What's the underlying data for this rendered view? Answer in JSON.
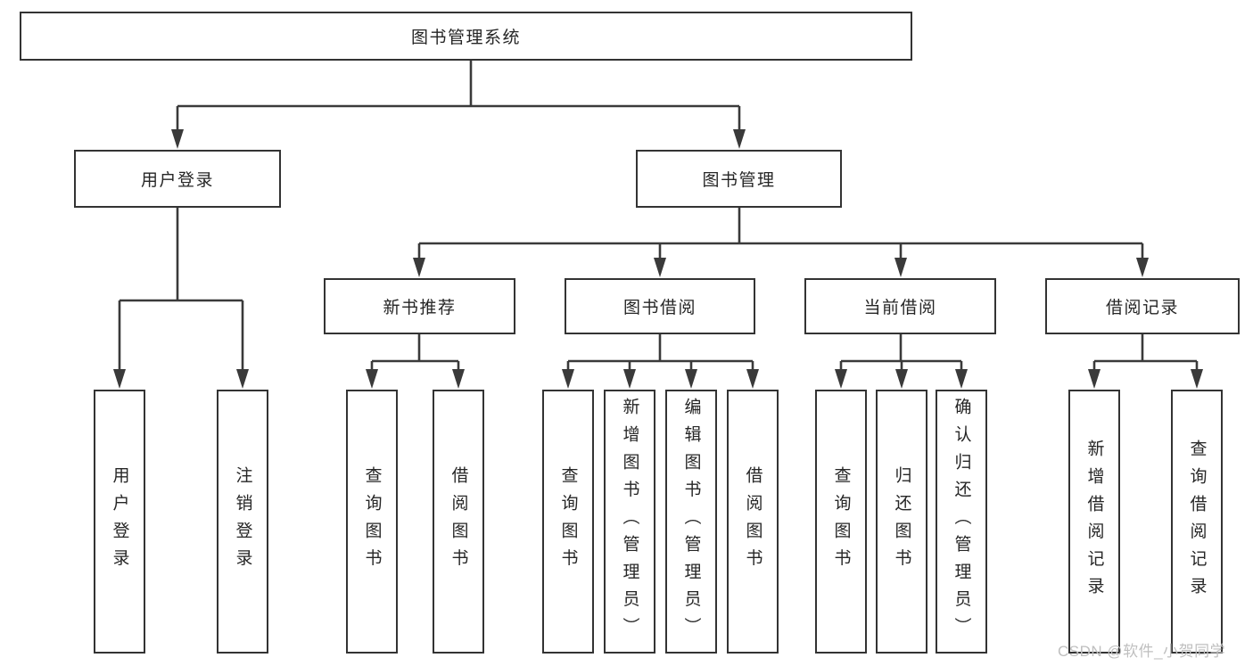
{
  "diagram": {
    "type": "hierarchy",
    "tree": {
      "label": "图书管理系统",
      "children": [
        {
          "label": "用户登录",
          "children": [
            {
              "label": "用户登录"
            },
            {
              "label": "注销登录"
            }
          ]
        },
        {
          "label": "图书管理",
          "children": [
            {
              "label": "新书推荐",
              "children": [
                {
                  "label": "查询图书"
                },
                {
                  "label": "借阅图书"
                }
              ]
            },
            {
              "label": "图书借阅",
              "children": [
                {
                  "label": "查询图书"
                },
                {
                  "label": "新增图书（管理员）"
                },
                {
                  "label": "编辑图书（管理员）"
                },
                {
                  "label": "借阅图书"
                }
              ]
            },
            {
              "label": "当前借阅",
              "children": [
                {
                  "label": "查询图书"
                },
                {
                  "label": "归还图书"
                },
                {
                  "label": "确认归还（管理员）"
                }
              ]
            },
            {
              "label": "借阅记录",
              "children": [
                {
                  "label": "新增借阅记录"
                },
                {
                  "label": "查询借阅记录"
                }
              ]
            }
          ]
        }
      ]
    },
    "watermark": "CSDN @软件_小贺同学",
    "colors": {
      "line": "#3a3a3a",
      "border": "#333333",
      "text": "#262626",
      "watermark": "#bfbfbf",
      "bg": "#ffffff"
    }
  }
}
